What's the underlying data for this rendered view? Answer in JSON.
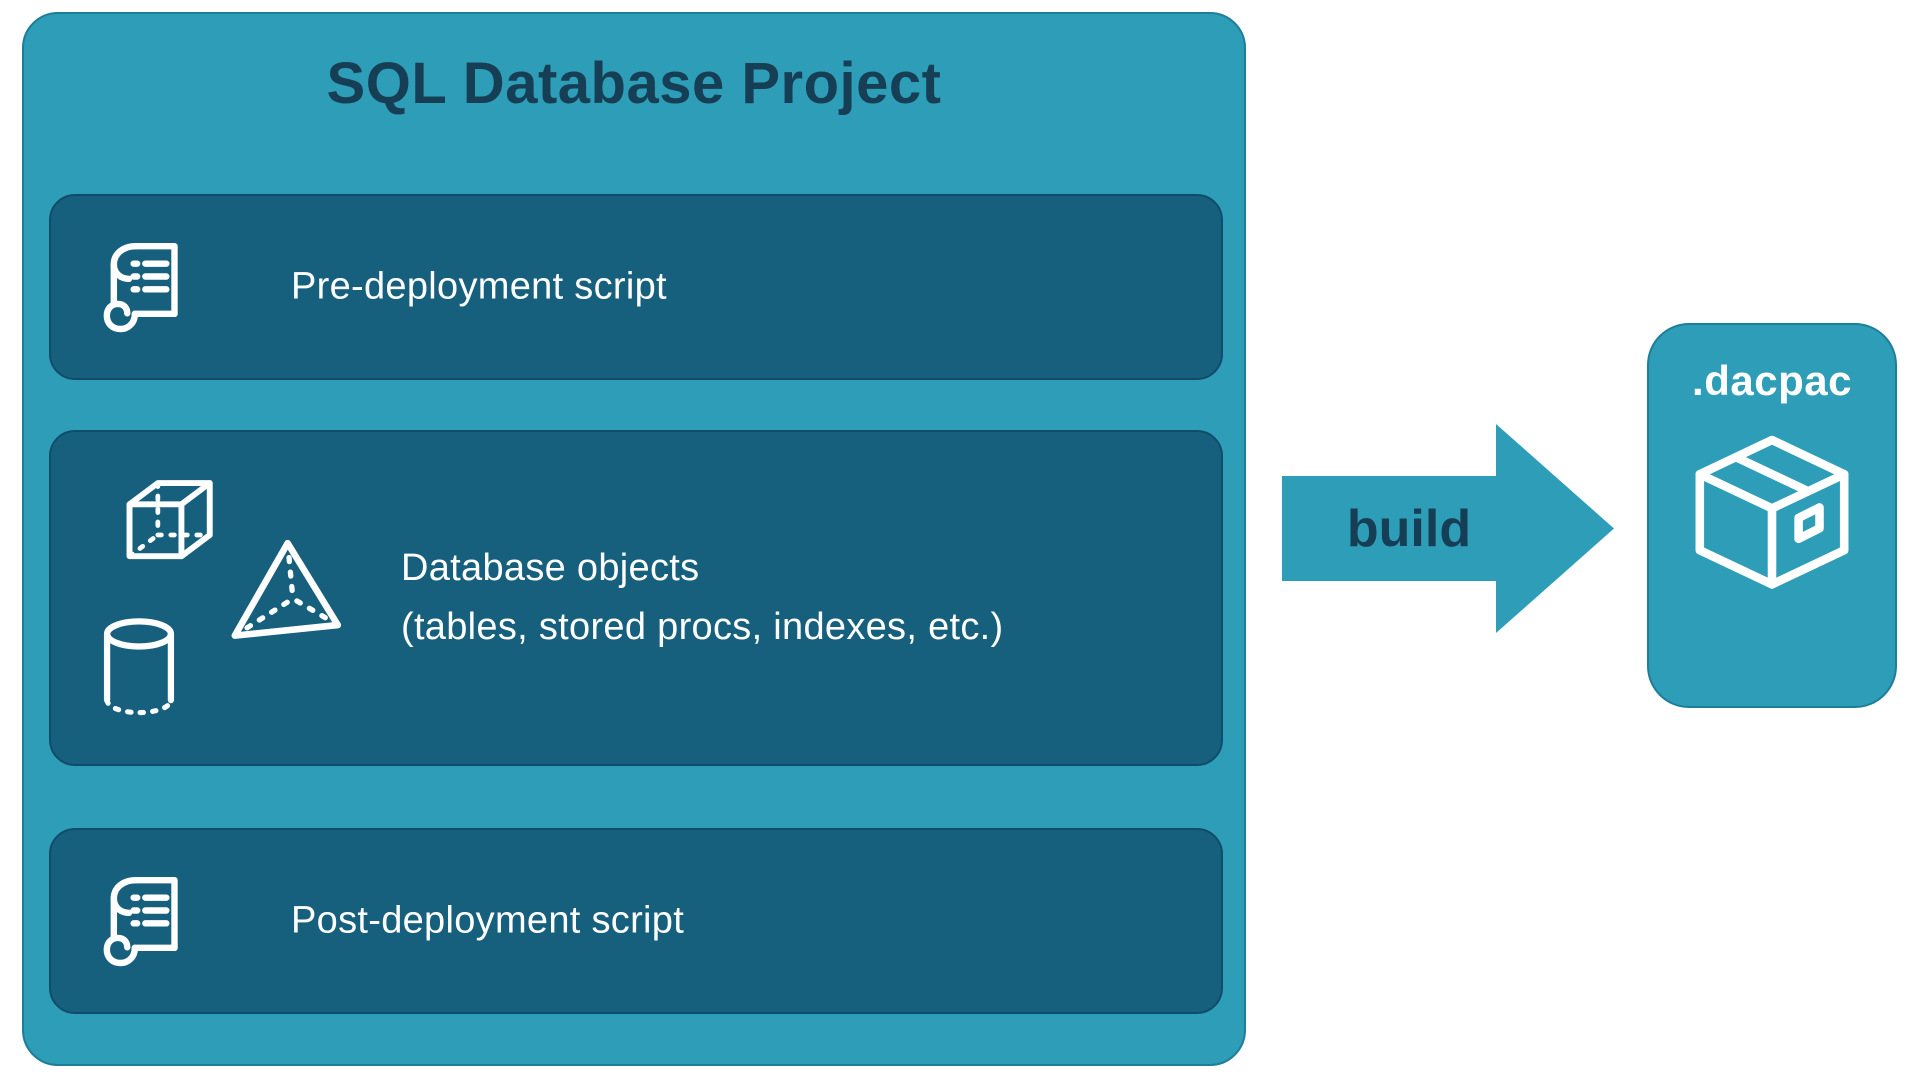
{
  "colors": {
    "canvas": "#ffffff",
    "teal": "#2d9db8",
    "dark_panel": "#16607e",
    "dark_text": "#163f55",
    "panel_border": "#0f4d69",
    "outer_border": "#1e7e99",
    "white": "#ffffff"
  },
  "project": {
    "title": "SQL Database Project",
    "boxes": [
      {
        "label": "Pre-deployment script",
        "icon": "scroll-icon"
      },
      {
        "line1": "Database objects",
        "line2": "(tables, stored procs, indexes, etc.)",
        "icons": [
          "cube-icon",
          "pyramid-icon",
          "cylinder-icon"
        ]
      },
      {
        "label": "Post-deployment script",
        "icon": "scroll-icon"
      }
    ]
  },
  "build_arrow": {
    "label": "build"
  },
  "output": {
    "label": ".dacpac",
    "icon": "package-icon"
  }
}
